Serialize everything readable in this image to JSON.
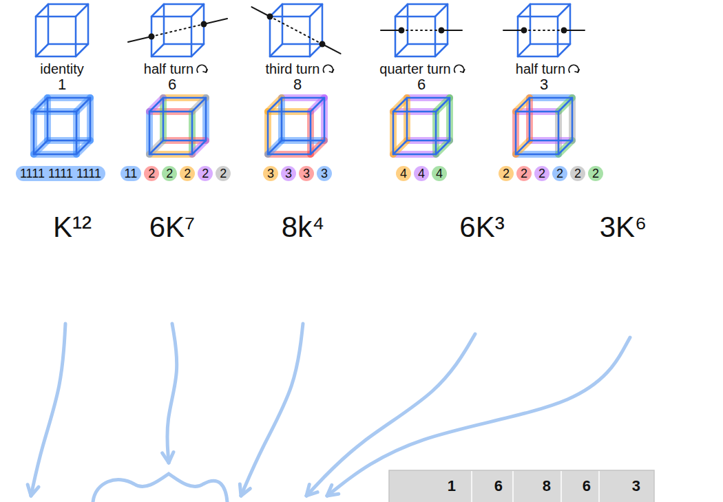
{
  "diagram": {
    "labels": [
      "identity",
      "half turn",
      "third turn",
      "quarter turn",
      "half turn",
      "1",
      "6",
      "8",
      "6",
      "3",
      "1111 1111 1111",
      "11",
      "2",
      "2",
      "2",
      "2",
      "2",
      "3",
      "3",
      "3",
      "3",
      "4",
      "4",
      "4",
      "2",
      "2",
      "2",
      "2",
      "2",
      "2",
      "K¹²",
      "6K⁷",
      "8k⁴",
      "6K³",
      "3K⁶",
      "1",
      "6",
      "8",
      "6",
      "3"
    ]
  }
}
